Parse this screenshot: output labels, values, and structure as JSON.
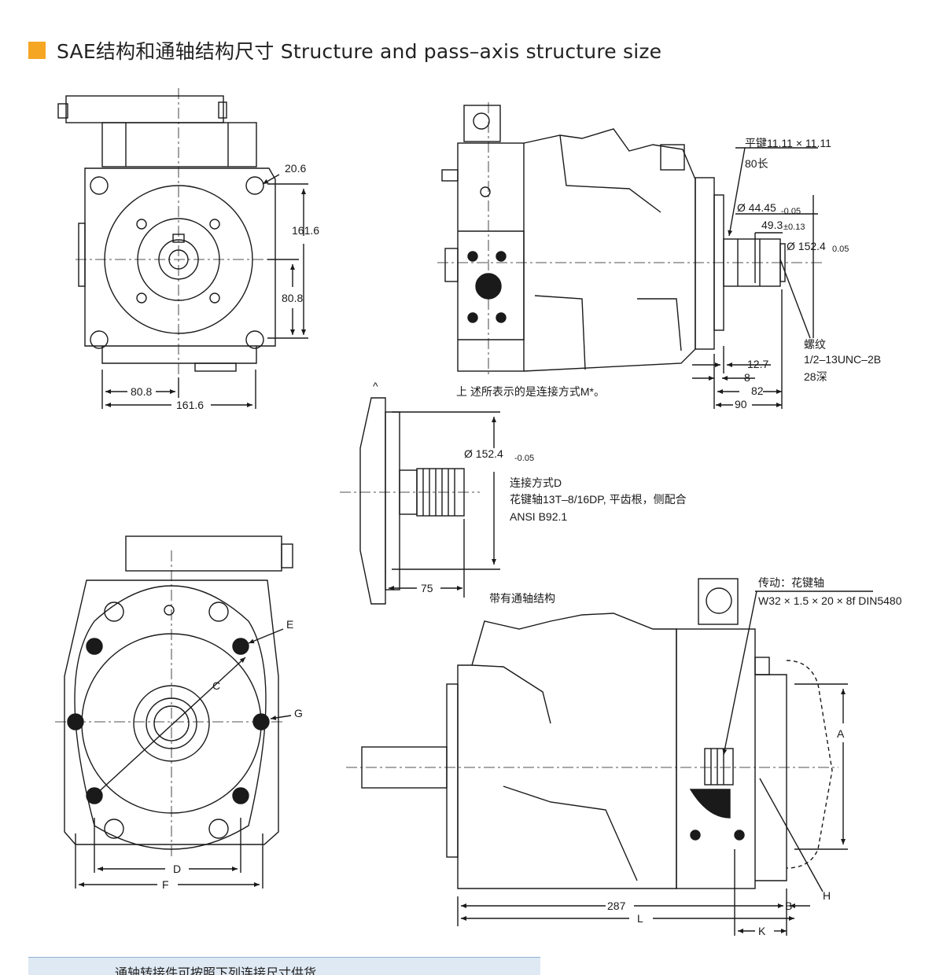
{
  "header": {
    "title": "SAE结构和通轴结构尺寸  Structure and pass–axis structure size",
    "accent_color": "#f5a623"
  },
  "front_view": {
    "dim_hole": "20.6",
    "dim_height": "161.6",
    "dim_half_height": "80.8",
    "dim_half_width": "80.8",
    "dim_width": "161.6"
  },
  "side_view": {
    "key_label": "平键11.11 × 11.11",
    "key_length": "80长",
    "shaft_dia": "Ø 44.45",
    "shaft_dia_tol": "-0.05",
    "key_height": "49.3",
    "key_height_tol": "±0.13",
    "pilot_dia": "Ø 152.4",
    "pilot_dia_tol": "0.05",
    "thread_title": "螺纹",
    "thread_spec": "1/2–13UNC–2B",
    "thread_depth": "28深",
    "dim_12_7": "12.7",
    "dim_8": "8",
    "dim_82": "82",
    "dim_90": "90",
    "note": "上 述所表示的是连接方式M*。"
  },
  "spline_view": {
    "arrow_mark": "^",
    "pilot_dia": "Ø 152.4",
    "pilot_dia_tol": "-0.05",
    "conn_title": "连接方式D",
    "conn_spec": "花键轴13T–8/16DP, 平齿根，侧配合",
    "conn_std": "ANSI B92.1",
    "dim_75": "75",
    "through_label": "带有通轴结构"
  },
  "rear_view": {
    "label_e": "E",
    "label_c": "C",
    "label_g": "G",
    "label_d": "D",
    "label_f": "F"
  },
  "through_view": {
    "drive_label": "传动：花键轴",
    "drive_spec": "W32 × 1.5 × 20 × 8f DIN5480",
    "label_a": "A",
    "label_h": "H",
    "label_b": "B",
    "dim_287": "287",
    "label_l": "L",
    "label_k": "K"
  },
  "footer": {
    "text": "通轴转接件可按照下列连接尺寸供货"
  }
}
